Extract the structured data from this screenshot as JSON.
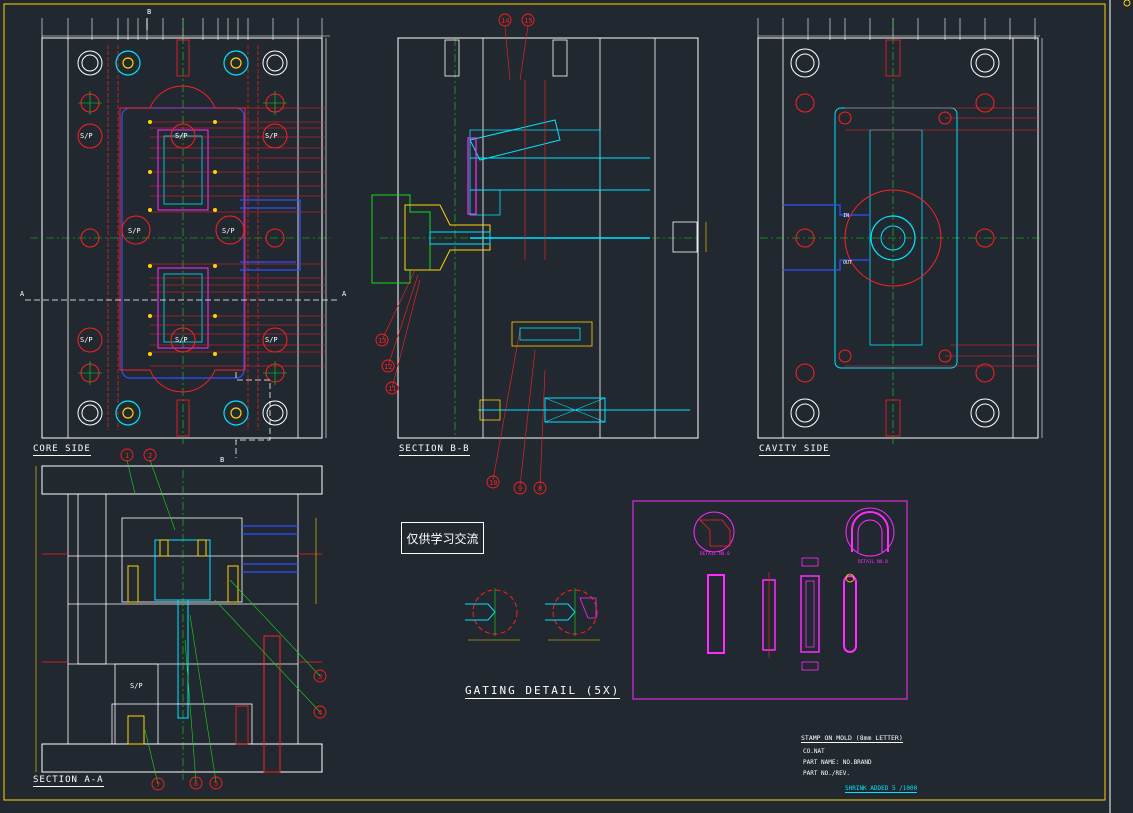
{
  "views": {
    "core_side": "CORE SIDE",
    "section_bb": "SECTION B-B",
    "cavity_side": "CAVITY SIDE",
    "section_aa": "SECTION A-A",
    "gating_detail": "GATING DETAIL (5X)"
  },
  "watermark": "仅供学习交流",
  "callouts": [
    "1",
    "2",
    "3",
    "4",
    "5",
    "6",
    "7",
    "8",
    "9",
    "10",
    "11",
    "12",
    "13",
    "14",
    "15"
  ],
  "markers": {
    "sp": "S/P",
    "a": "A",
    "b": "B",
    "in": "IN",
    "out": "OUT"
  },
  "detail_labels": [
    "DETAIL NO.0",
    "DETAIL NO.0"
  ],
  "title_block": {
    "title": "STAMP ON MOLD (8mm LETTER)",
    "line1": "CO.NAT",
    "line2": "PART NAME: NO.BRAND",
    "line3": "PART NO./REV.",
    "line4": "SHRINK ADDED 5 /1000"
  },
  "colors": {
    "background": "#212830",
    "outline": "#ffffff",
    "dimension": "#ffd400",
    "section_red": "#ff2020",
    "cyan": "#00e5ff",
    "blue": "#3050ff",
    "green": "#19d919",
    "magenta": "#ff2bff"
  }
}
